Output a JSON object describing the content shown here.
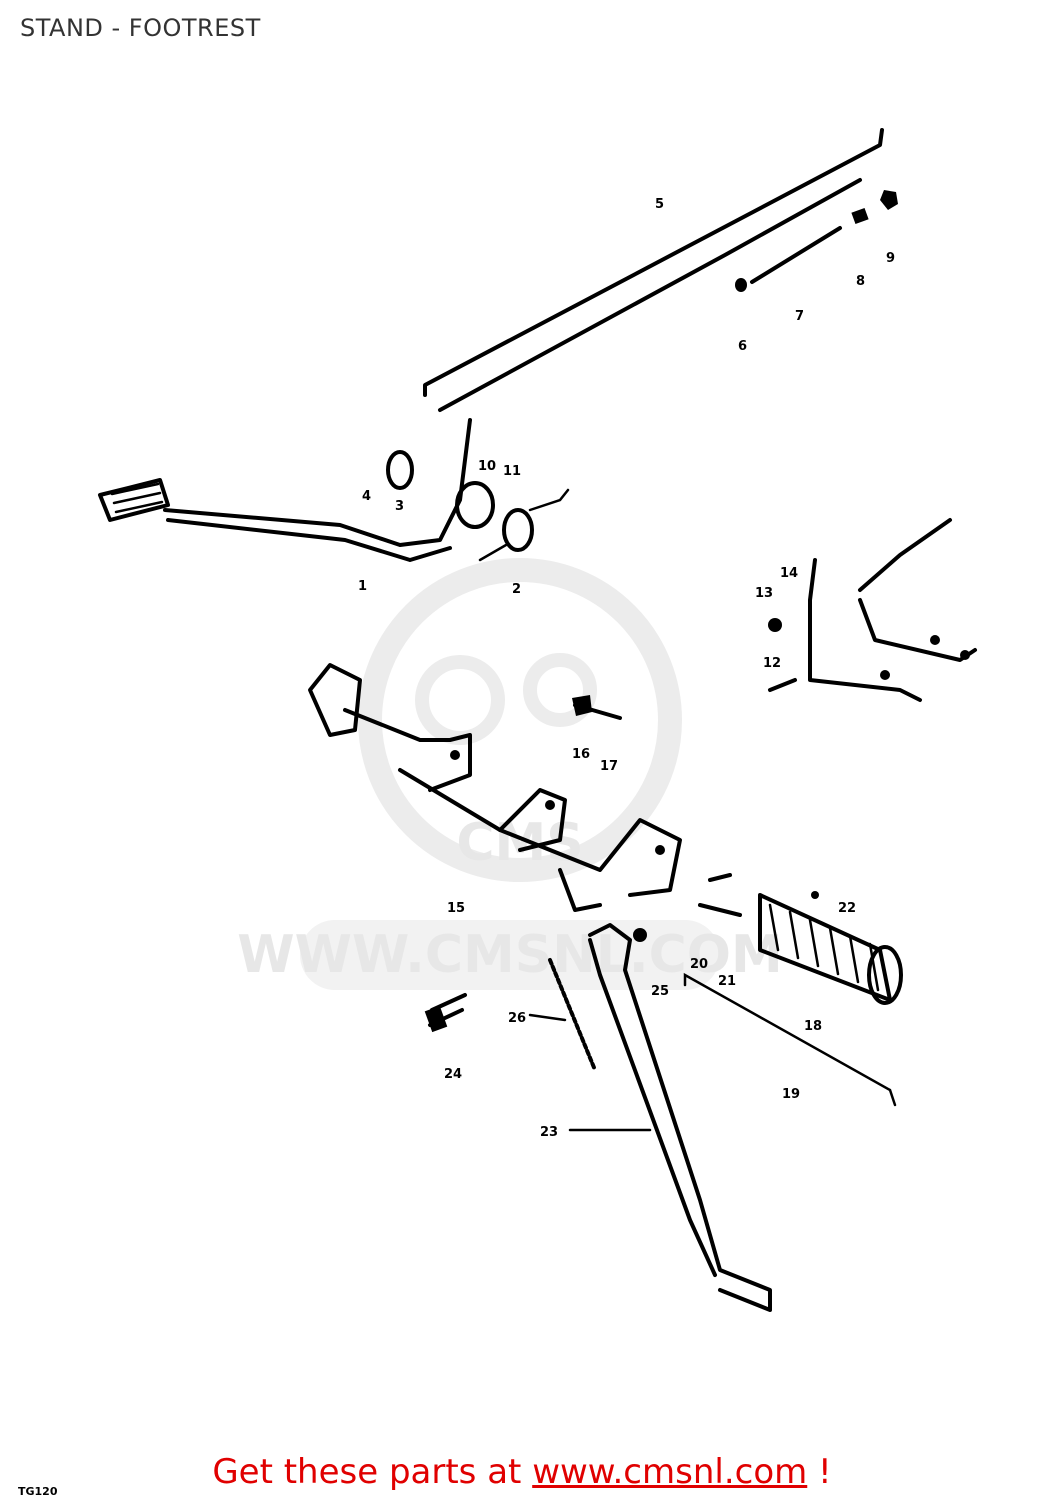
{
  "page_title": "STAND - FOOTREST",
  "watermark": {
    "site": "WWW.CMSNL.COM",
    "logo_text": "CMS"
  },
  "banner": {
    "prefix": "Get these parts at ",
    "link": "www.cmsnl.com",
    "suffix": " !"
  },
  "corner_code": "TG120",
  "callouts": [
    "1",
    "2",
    "3",
    "4",
    "5",
    "6",
    "7",
    "8",
    "9",
    "10",
    "11",
    "12",
    "13",
    "14",
    "15",
    "16",
    "17",
    "18",
    "19",
    "20",
    "21",
    "22",
    "23",
    "24",
    "25",
    "26"
  ],
  "colors": {
    "banner": "#e00000",
    "title": "#333333",
    "watermark": "#e7e7e7"
  }
}
